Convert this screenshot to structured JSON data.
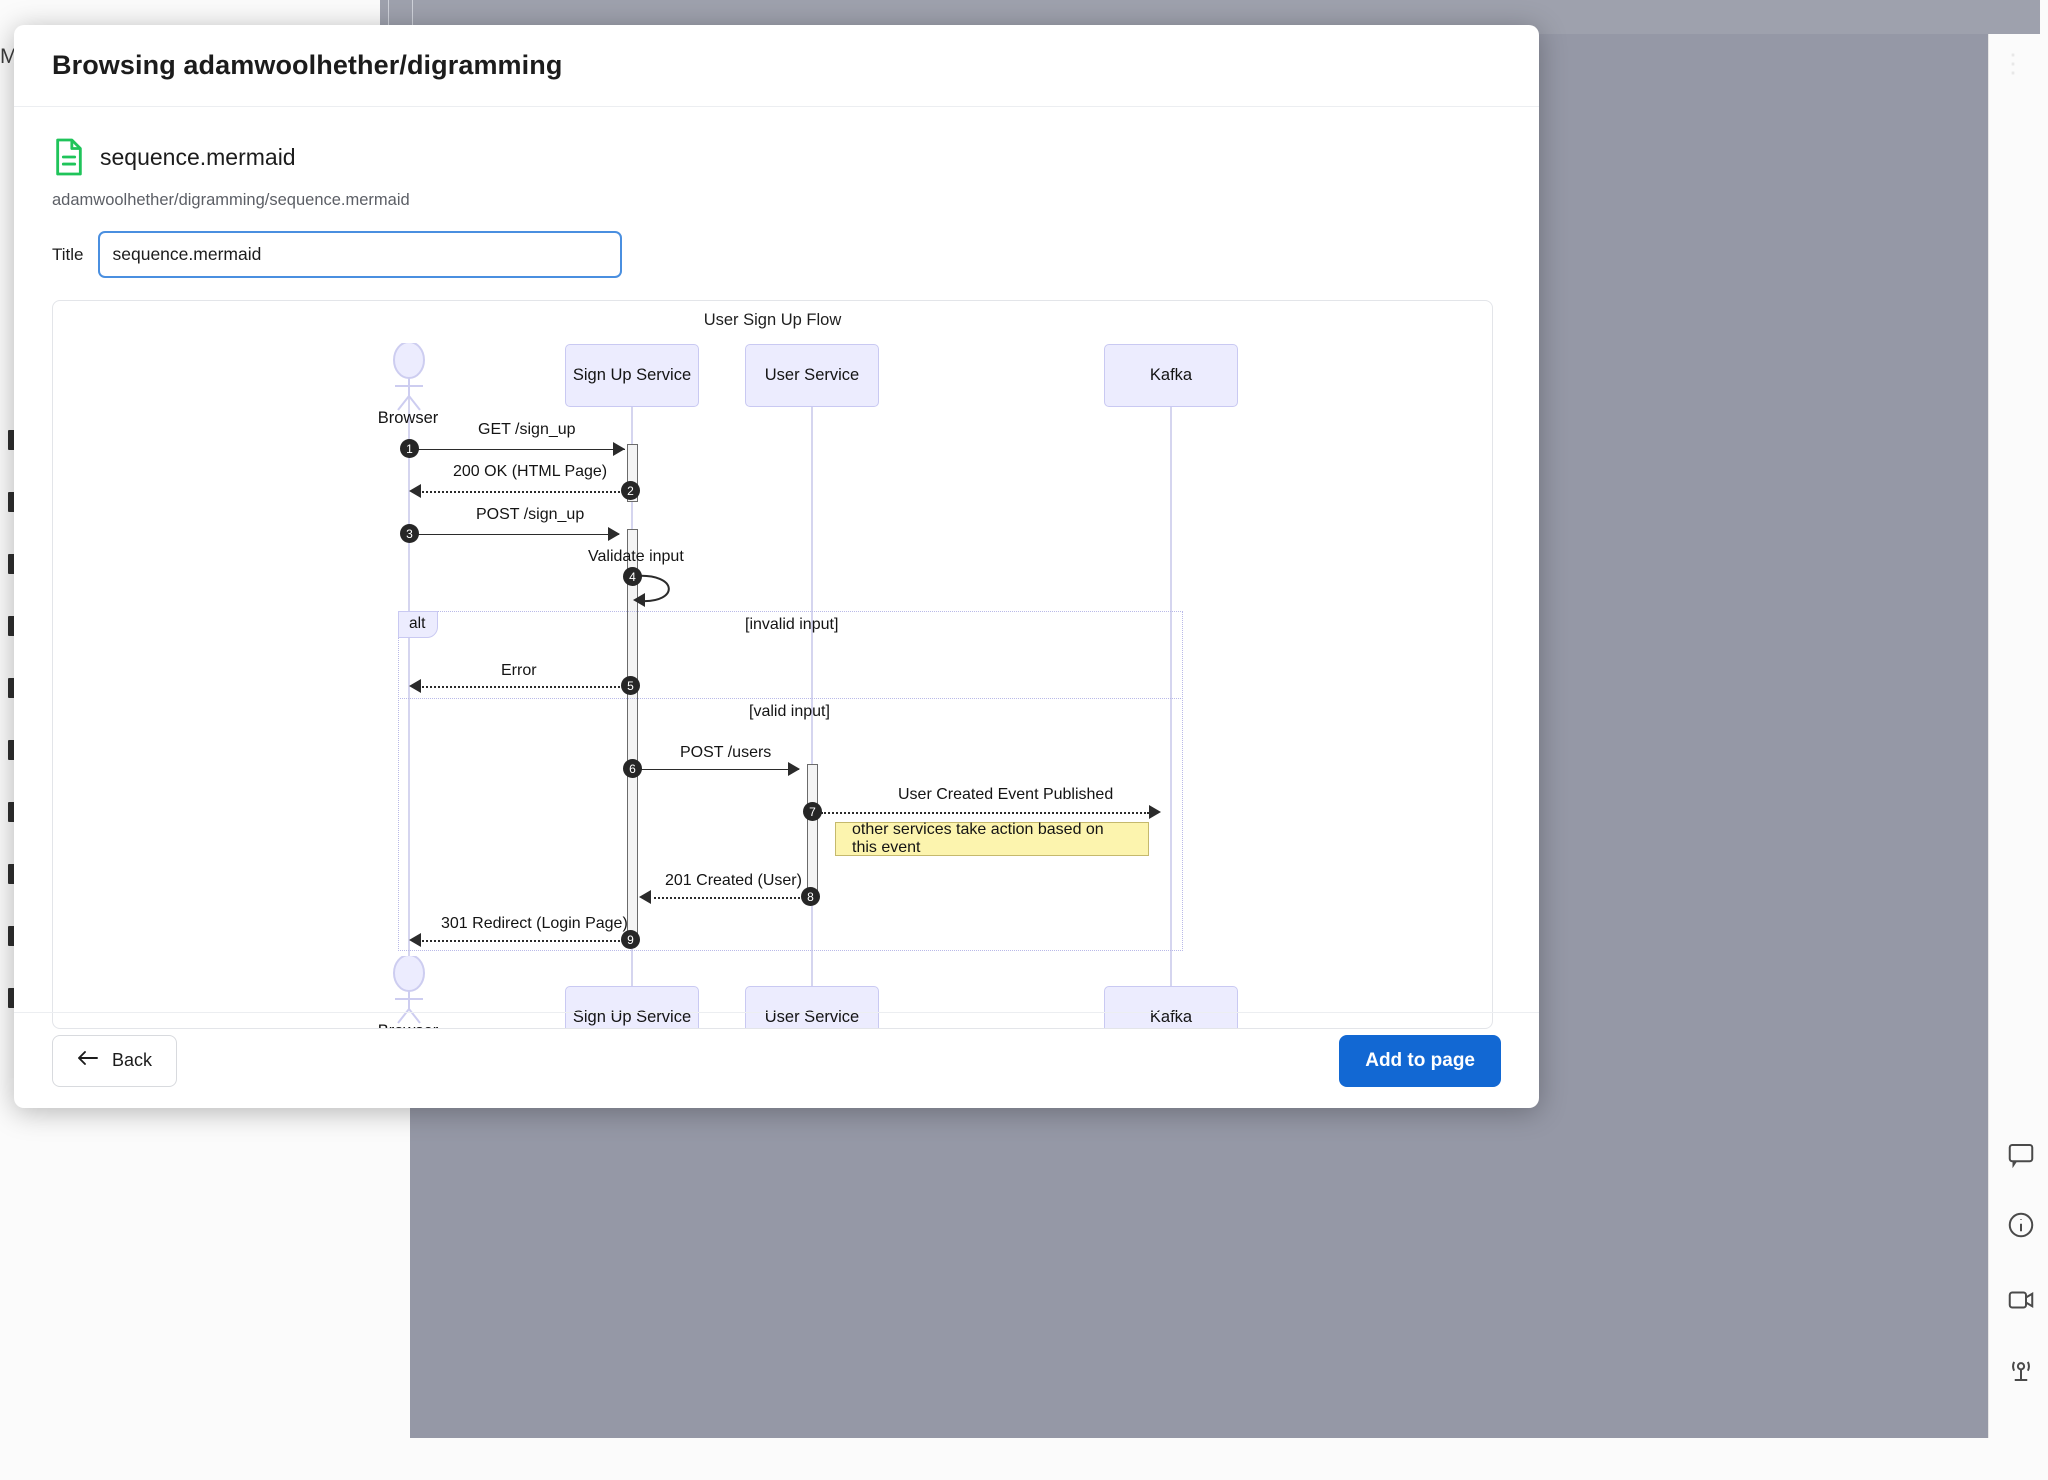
{
  "modal": {
    "title": "Browsing adamwoolhether/digramming",
    "file": {
      "icon": "document-icon",
      "name": "sequence.mermaid",
      "path": "adamwoolhether/digramming/sequence.mermaid"
    },
    "title_field": {
      "label": "Title",
      "value": "sequence.mermaid",
      "placeholder": "Title"
    },
    "footer": {
      "back_label": "Back",
      "back_icon": "arrow-left-icon",
      "primary_label": "Add to page"
    }
  },
  "background": {
    "sidebar_label": "My"
  },
  "chart_data": {
    "type": "sequence-diagram",
    "title": "User Sign Up Flow",
    "participants": [
      {
        "id": "browser",
        "label": "Browser",
        "kind": "actor"
      },
      {
        "id": "signup",
        "label": "Sign Up Service",
        "kind": "participant"
      },
      {
        "id": "user",
        "label": "User Service",
        "kind": "participant"
      },
      {
        "id": "kafka",
        "label": "Kafka",
        "kind": "participant"
      }
    ],
    "messages": [
      {
        "num": "1",
        "from": "browser",
        "to": "signup",
        "label": "GET /sign_up",
        "style": "solid"
      },
      {
        "num": "2",
        "from": "signup",
        "to": "browser",
        "label": "200 OK (HTML Page)",
        "style": "dotted"
      },
      {
        "num": "3",
        "from": "browser",
        "to": "signup",
        "label": "POST /sign_up",
        "style": "solid"
      },
      {
        "num": "4",
        "from": "signup",
        "to": "signup",
        "label": "Validate input",
        "style": "self"
      },
      {
        "num": "5",
        "from": "signup",
        "to": "browser",
        "label": "Error",
        "style": "dotted"
      },
      {
        "num": "6",
        "from": "signup",
        "to": "user",
        "label": "POST /users",
        "style": "solid"
      },
      {
        "num": "7",
        "from": "user",
        "to": "kafka",
        "label": "User Created Event Published",
        "style": "dotted"
      },
      {
        "num": "8",
        "from": "user",
        "to": "signup",
        "label": "201 Created (User)",
        "style": "dotted"
      },
      {
        "num": "9",
        "from": "signup",
        "to": "browser",
        "label": "301 Redirect (Login Page)",
        "style": "dotted"
      }
    ],
    "fragments": [
      {
        "type": "alt",
        "tag": "alt",
        "conditions": [
          "[invalid input]",
          "[valid input]"
        ]
      }
    ],
    "notes": [
      {
        "text": "other services take action based on this event",
        "over": "kafka",
        "color": "#FCF4AE"
      }
    ],
    "colors": {
      "participant_fill": "#ECECFE",
      "participant_stroke": "#c9c9f2",
      "lifeline": "#d5d5ef",
      "message": "#2b2b2b",
      "note_fill": "#FCF4AE",
      "accent": "#1268D3"
    }
  }
}
